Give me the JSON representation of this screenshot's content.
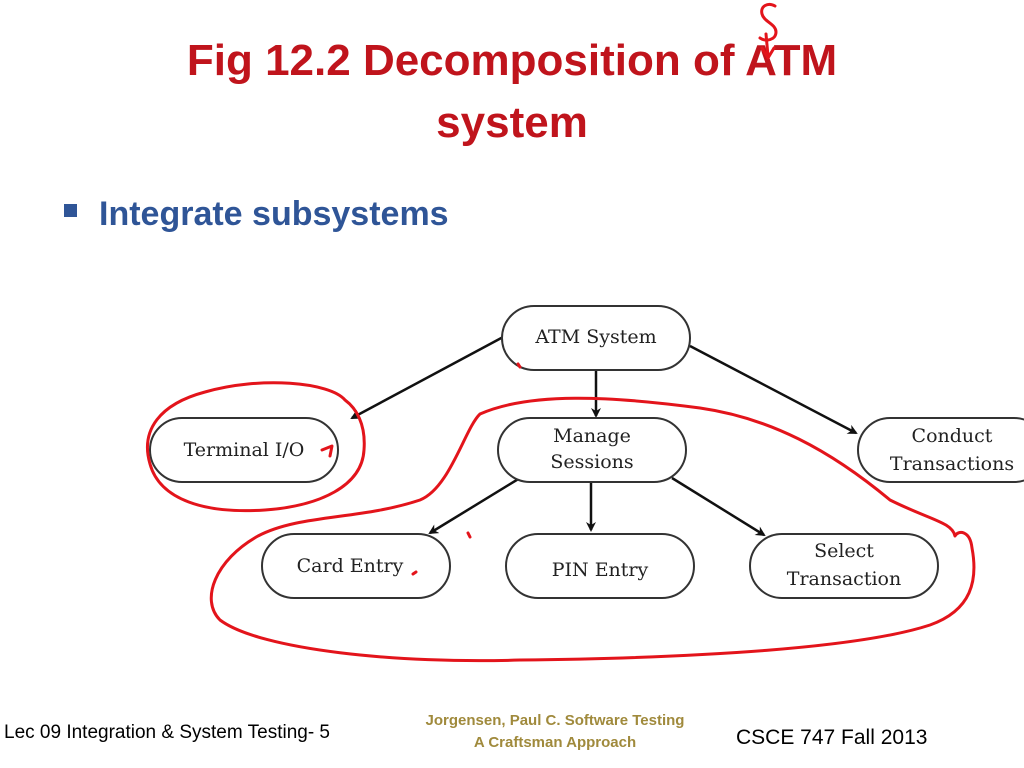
{
  "slide": {
    "title_line1": "Fig 12.2 Decomposition of ATM",
    "title_line2": "system",
    "bullet": "Integrate subsystems",
    "handwritten_mark": "S"
  },
  "diagram": {
    "nodes": {
      "atm_system": {
        "lines": [
          "ATM System"
        ]
      },
      "terminal_io": {
        "lines": [
          "Terminal I/O"
        ]
      },
      "manage_sessions": {
        "lines": [
          "Manage",
          "Sessions"
        ]
      },
      "conduct_transactions": {
        "lines": [
          "Conduct",
          "Transactions"
        ]
      },
      "card_entry": {
        "lines": [
          "Card Entry"
        ]
      },
      "pin_entry": {
        "lines": [
          "PIN Entry"
        ]
      },
      "select_transaction": {
        "lines": [
          "Select",
          "Transaction"
        ]
      }
    },
    "edges": [
      {
        "from": "ATM System",
        "to": "Terminal I/O"
      },
      {
        "from": "ATM System",
        "to": "Manage Sessions"
      },
      {
        "from": "ATM System",
        "to": "Conduct Transactions"
      },
      {
        "from": "Manage Sessions",
        "to": "Card Entry"
      },
      {
        "from": "Manage Sessions",
        "to": "PIN Entry"
      },
      {
        "from": "Manage Sessions",
        "to": "Select Transaction"
      }
    ],
    "annotation_color": "#e3141b"
  },
  "footer": {
    "left": "Lec 09 Integration & System Testing- 5",
    "center_line1": "Jorgensen, Paul C. Software Testing",
    "center_line2": "A Craftsman Approach",
    "right": "CSCE 747 Fall 2013"
  }
}
